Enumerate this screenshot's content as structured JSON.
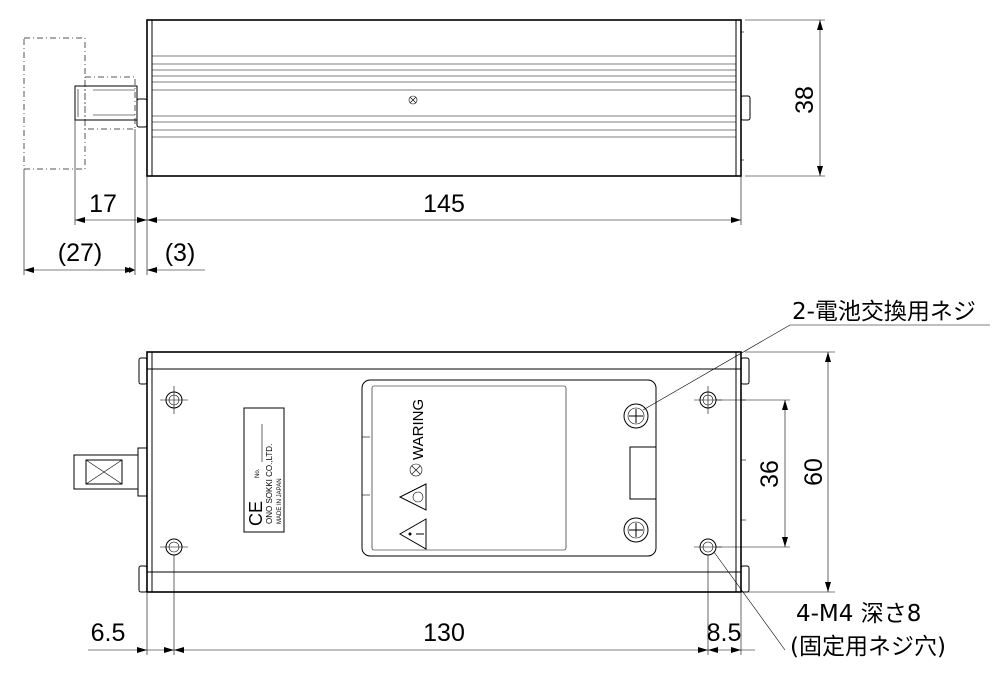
{
  "top_view": {
    "dims": {
      "length": "145",
      "height": "38",
      "shaft": "17",
      "cover": "(27)",
      "gap": "(3)"
    }
  },
  "bottom_view": {
    "dims": {
      "width": "60",
      "hole_pitch_v": "36",
      "hole_pitch_h": "130",
      "left_offset": "6.5",
      "right_offset": "8.5"
    },
    "callouts": {
      "battery_screw": "2-電池交換用ネジ",
      "mount_line1": "4-M4 深さ8",
      "mount_line2": "(固定用ネジ穴)"
    },
    "nameplate": {
      "no_label": "No.",
      "maker": "ONO SOKKI CO.,LTD.",
      "origin": "MADE IN JAPAN",
      "ce_mark": "CE"
    },
    "cover_label": {
      "warning": "WARING"
    }
  }
}
